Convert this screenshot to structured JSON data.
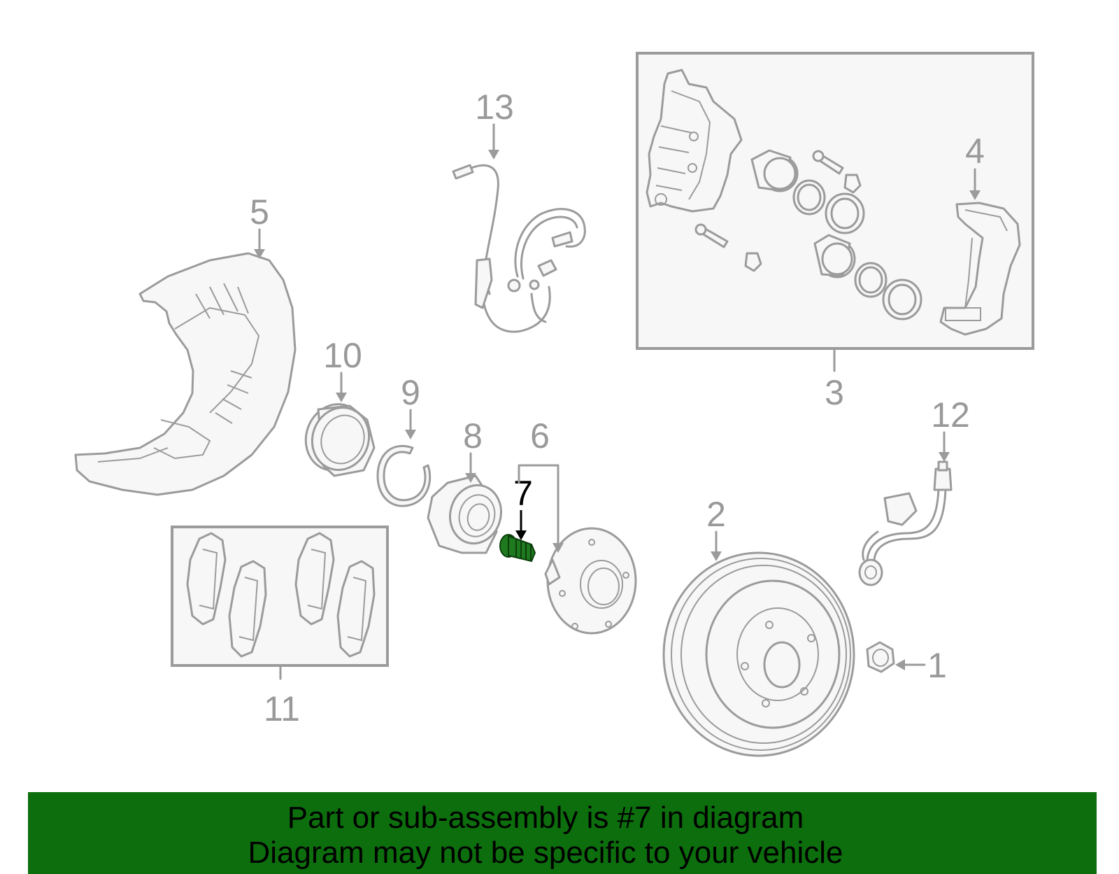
{
  "callouts": {
    "p1": "1",
    "p2": "2",
    "p3": "3",
    "p4": "4",
    "p5": "5",
    "p6": "6",
    "p7": "7",
    "p8": "8",
    "p9": "9",
    "p10": "10",
    "p11": "11",
    "p12": "12",
    "p13": "13"
  },
  "highlight_part": "7",
  "banner": {
    "line1": "Part or sub-assembly is #7 in diagram",
    "line2": "Diagram may not be specific to your vehicle"
  },
  "colors": {
    "banner_bg": "#0d6e0d",
    "highlight_part": "#1f7a1f",
    "outline": "#9b9b9b",
    "label": "#999999"
  }
}
